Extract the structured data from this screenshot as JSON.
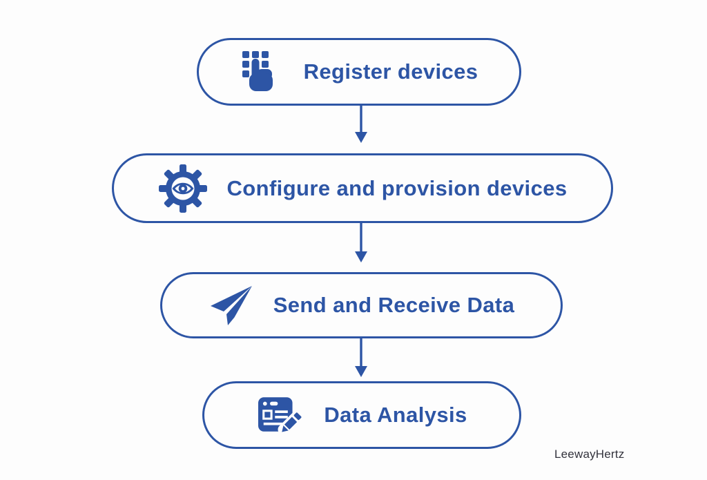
{
  "canvas": {
    "background": "#fdfdfd",
    "accent_blue": "#2d55a5",
    "watermark_color": "#33333d"
  },
  "diagram": {
    "type": "vertical-flowchart",
    "connector": "down-arrow",
    "steps": [
      {
        "label": "Register devices",
        "icon": "keypad-press-icon"
      },
      {
        "label": "Configure and provision devices",
        "icon": "gear-eye-icon"
      },
      {
        "label": "Send and Receive Data",
        "icon": "paper-plane-icon"
      },
      {
        "label": "Data Analysis",
        "icon": "report-edit-icon"
      }
    ]
  },
  "watermark": {
    "label": "LeewayHertz"
  }
}
